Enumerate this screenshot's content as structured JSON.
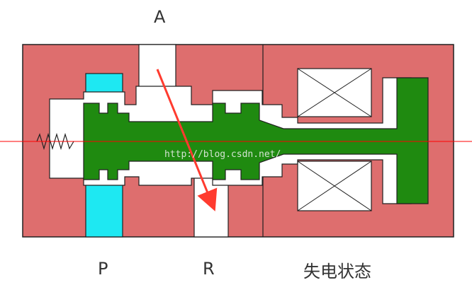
{
  "labels": {
    "port_a": "A",
    "port_p": "P",
    "port_r": "R",
    "state_caption": "失电状态"
  },
  "watermark": "http://blog.csdn.net/",
  "colors": {
    "housing": "#de6e6e",
    "spool": "#1f8a10",
    "pressure_port": "#1ee8f2",
    "flow_arrow": "#ff3b2f",
    "axis_line": "#ff0000",
    "outline": "#202020",
    "cavity": "#ffffff"
  }
}
